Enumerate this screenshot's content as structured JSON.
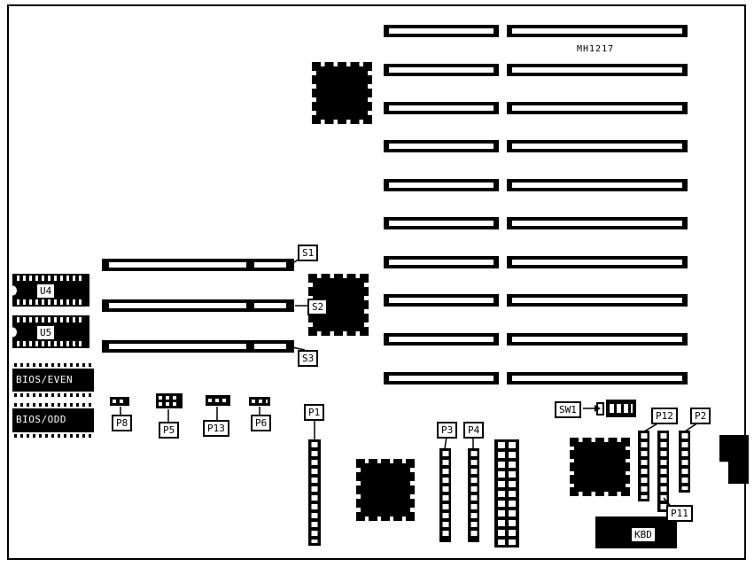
{
  "board": {
    "part_number": "MH1217",
    "slot_rows": 10
  },
  "chip_labels": {
    "bios_even": "BIOS/EVEN",
    "bios_odd": "BIOS/ODD"
  },
  "callouts": {
    "S1": "S1",
    "S2": "S2",
    "S3": "S3",
    "U4": "U4",
    "U5": "U5",
    "P8": "P8",
    "P5": "P5",
    "P13": "P13",
    "P6": "P6",
    "P1": "P1",
    "P3": "P3",
    "P4": "P4",
    "SW1": "SW1",
    "P12": "P12",
    "P2": "P2",
    "P11": "P11",
    "KBD": "KBD"
  },
  "colors": {
    "ink": "#000000",
    "paper": "#ffffff"
  }
}
